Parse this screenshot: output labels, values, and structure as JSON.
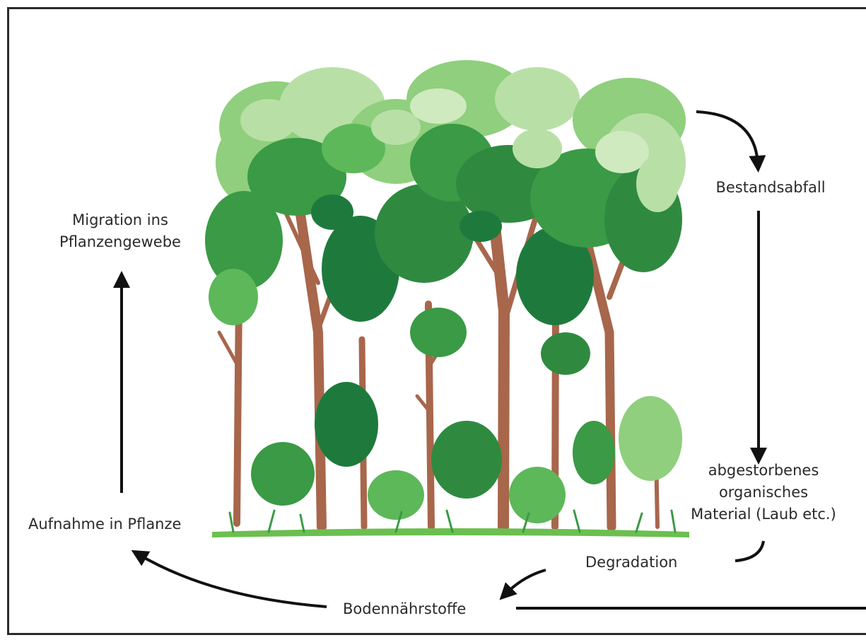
{
  "labels": {
    "migration_line1": "Migration ins",
    "migration_line2": "Pflanzengewebe",
    "bestandsabfall": "Bestandsabfall",
    "abgestorben_line1": "abgestorbenes",
    "abgestorben_line2": "organisches",
    "abgestorben_line3": "Material (Laub etc.)",
    "aufnahme": "Aufnahme in Pflanze",
    "degradation": "Degradation",
    "bodennaehrstoffe": "Bodennährstoffe"
  },
  "colors": {
    "arrow": "#111111",
    "trunk": "#a8664b",
    "canopy_dark": "#1e7a3c",
    "canopy_mid": "#3a9a45",
    "canopy_light": "#8fcf7e",
    "canopy_pale": "#b8e0a6",
    "ground": "#6bbf4f"
  },
  "illustration": {
    "subject": "forest-trees-illustration"
  }
}
